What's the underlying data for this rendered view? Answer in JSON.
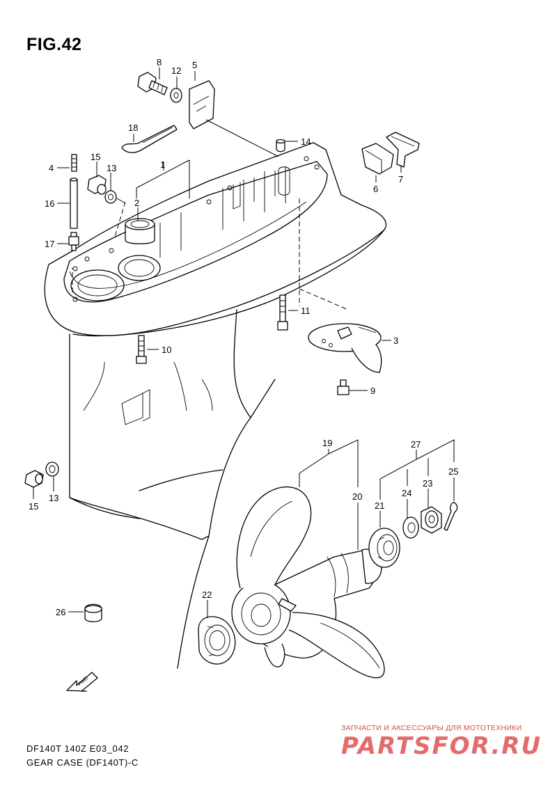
{
  "figure": {
    "title": "FIG.42",
    "caption_line1": "DF140T 140Z E03_042",
    "caption_line2": "GEAR CASE (DF140T)-C"
  },
  "callouts": [
    {
      "key": "c1",
      "text": "1"
    },
    {
      "key": "c2",
      "text": "2"
    },
    {
      "key": "c3",
      "text": "3"
    },
    {
      "key": "c4",
      "text": "4"
    },
    {
      "key": "c5",
      "text": "5"
    },
    {
      "key": "c6",
      "text": "6"
    },
    {
      "key": "c7",
      "text": "7"
    },
    {
      "key": "c8",
      "text": "8"
    },
    {
      "key": "c9",
      "text": "9"
    },
    {
      "key": "c10",
      "text": "10"
    },
    {
      "key": "c11",
      "text": "11"
    },
    {
      "key": "c12",
      "text": "12"
    },
    {
      "key": "c13a",
      "text": "13"
    },
    {
      "key": "c13b",
      "text": "13"
    },
    {
      "key": "c14",
      "text": "14"
    },
    {
      "key": "c15a",
      "text": "15"
    },
    {
      "key": "c15b",
      "text": "15"
    },
    {
      "key": "c16",
      "text": "16"
    },
    {
      "key": "c17",
      "text": "17"
    },
    {
      "key": "c18",
      "text": "18"
    },
    {
      "key": "c19",
      "text": "19"
    },
    {
      "key": "c20",
      "text": "20"
    },
    {
      "key": "c21",
      "text": "21"
    },
    {
      "key": "c22",
      "text": "22"
    },
    {
      "key": "c23",
      "text": "23"
    },
    {
      "key": "c24",
      "text": "24"
    },
    {
      "key": "c25",
      "text": "25"
    },
    {
      "key": "c26",
      "text": "26"
    },
    {
      "key": "c27",
      "text": "27"
    }
  ],
  "fwd_arrow_label": "FWD",
  "watermark": {
    "line1": "ЗАПЧАСТИ И АКСЕССУАРЫ ДЛЯ МОТОТЕХНИКИ",
    "logo": "PARTSFOR.RU"
  }
}
